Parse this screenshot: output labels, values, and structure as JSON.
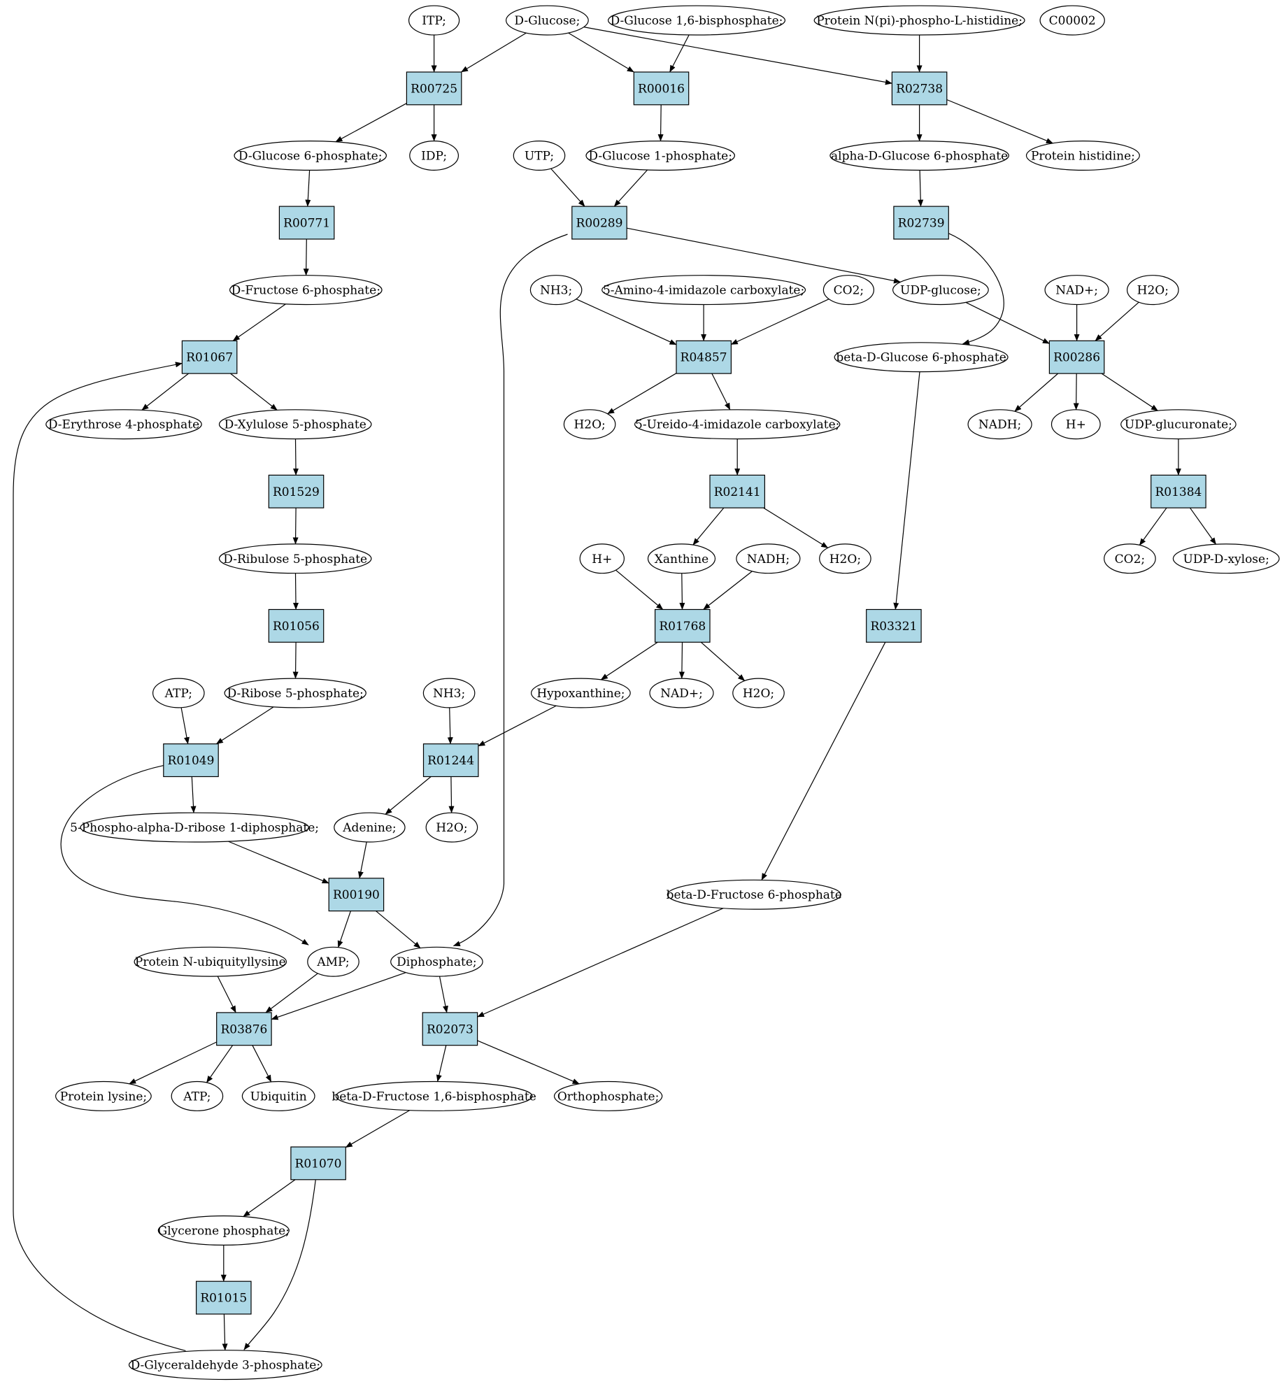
{
  "colors": {
    "reaction_fill": "#add8e6",
    "compound_fill": "#ffffff",
    "highlight_green": "#00ee00",
    "highlight_yellow": "#ffff00",
    "stroke": "#000000"
  },
  "nodes": [
    {
      "id": "itp",
      "type": "compound",
      "label": "ITP;"
    },
    {
      "id": "dglucose",
      "type": "compound",
      "label": "D-Glucose;",
      "highlight": "green"
    },
    {
      "id": "dg16bp",
      "type": "compound",
      "label": "D-Glucose 1,6-bisphosphate;"
    },
    {
      "id": "protNpi",
      "type": "compound",
      "label": "Protein N(pi)-phospho-L-histidine;"
    },
    {
      "id": "c00002",
      "type": "compound",
      "label": "C00002",
      "highlight": "yellow"
    },
    {
      "id": "r00725",
      "type": "reaction",
      "label": "R00725"
    },
    {
      "id": "r00016",
      "type": "reaction",
      "label": "R00016"
    },
    {
      "id": "r02738",
      "type": "reaction",
      "label": "R02738"
    },
    {
      "id": "dg6p",
      "type": "compound",
      "label": "D-Glucose 6-phosphate;"
    },
    {
      "id": "idp",
      "type": "compound",
      "label": "IDP;"
    },
    {
      "id": "utp",
      "type": "compound",
      "label": "UTP;"
    },
    {
      "id": "dg1p",
      "type": "compound",
      "label": "D-Glucose 1-phosphate;"
    },
    {
      "id": "adg6p",
      "type": "compound",
      "label": "alpha-D-Glucose 6-phosphate"
    },
    {
      "id": "prothis",
      "type": "compound",
      "label": "Protein histidine;"
    },
    {
      "id": "r00771",
      "type": "reaction",
      "label": "R00771"
    },
    {
      "id": "r00289",
      "type": "reaction",
      "label": "R00289"
    },
    {
      "id": "r02739",
      "type": "reaction",
      "label": "R02739"
    },
    {
      "id": "df6p",
      "type": "compound",
      "label": "D-Fructose 6-phosphate;"
    },
    {
      "id": "nh3a",
      "type": "compound",
      "label": "NH3;"
    },
    {
      "id": "aica",
      "type": "compound",
      "label": "5-Amino-4-imidazole carboxylate;"
    },
    {
      "id": "co2a",
      "type": "compound",
      "label": "CO2;"
    },
    {
      "id": "udpg",
      "type": "compound",
      "label": "UDP-glucose;"
    },
    {
      "id": "nadp",
      "type": "compound",
      "label": "NAD+;"
    },
    {
      "id": "h2oa",
      "type": "compound",
      "label": "H2O;"
    },
    {
      "id": "r01067",
      "type": "reaction",
      "label": "R01067"
    },
    {
      "id": "r04857",
      "type": "reaction",
      "label": "R04857"
    },
    {
      "id": "bdg6p",
      "type": "compound",
      "label": "beta-D-Glucose 6-phosphate"
    },
    {
      "id": "r00286",
      "type": "reaction",
      "label": "R00286"
    },
    {
      "id": "de4p",
      "type": "compound",
      "label": "D-Erythrose 4-phosphate"
    },
    {
      "id": "dx5p",
      "type": "compound",
      "label": "D-Xylulose 5-phosphate"
    },
    {
      "id": "h2ob",
      "type": "compound",
      "label": "H2O;"
    },
    {
      "id": "uica",
      "type": "compound",
      "label": "5-Ureido-4-imidazole carboxylate;"
    },
    {
      "id": "nadh",
      "type": "compound",
      "label": "NADH;"
    },
    {
      "id": "hplus",
      "type": "compound",
      "label": "H+"
    },
    {
      "id": "udpgluc",
      "type": "compound",
      "label": "UDP-glucuronate;"
    },
    {
      "id": "r01529",
      "type": "reaction",
      "label": "R01529"
    },
    {
      "id": "r02141",
      "type": "reaction",
      "label": "R02141"
    },
    {
      "id": "r01384",
      "type": "reaction",
      "label": "R01384"
    },
    {
      "id": "dru5p",
      "type": "compound",
      "label": "D-Ribulose 5-phosphate"
    },
    {
      "id": "hplus2",
      "type": "compound",
      "label": "H+"
    },
    {
      "id": "xanthine",
      "type": "compound",
      "label": "Xanthine"
    },
    {
      "id": "nadh2",
      "type": "compound",
      "label": "NADH;"
    },
    {
      "id": "h2oc",
      "type": "compound",
      "label": "H2O;"
    },
    {
      "id": "co2b",
      "type": "compound",
      "label": "CO2;"
    },
    {
      "id": "udpxyl",
      "type": "compound",
      "label": "UDP-D-xylose;"
    },
    {
      "id": "r01056",
      "type": "reaction",
      "label": "R01056"
    },
    {
      "id": "r01768",
      "type": "reaction",
      "label": "R01768"
    },
    {
      "id": "r03321",
      "type": "reaction",
      "label": "R03321"
    },
    {
      "id": "atpa",
      "type": "compound",
      "label": "ATP;"
    },
    {
      "id": "dr5p",
      "type": "compound",
      "label": "D-Ribose 5-phosphate;"
    },
    {
      "id": "nh3b",
      "type": "compound",
      "label": "NH3;"
    },
    {
      "id": "hypox",
      "type": "compound",
      "label": "Hypoxanthine;"
    },
    {
      "id": "nadp2",
      "type": "compound",
      "label": "NAD+;"
    },
    {
      "id": "h2od",
      "type": "compound",
      "label": "H2O;"
    },
    {
      "id": "r01049",
      "type": "reaction",
      "label": "R01049"
    },
    {
      "id": "r01244",
      "type": "reaction",
      "label": "R01244"
    },
    {
      "id": "prpp",
      "type": "compound",
      "label": "5-Phospho-alpha-D-ribose 1-diphosphate;"
    },
    {
      "id": "adenine",
      "type": "compound",
      "label": "Adenine;"
    },
    {
      "id": "h2oe",
      "type": "compound",
      "label": "H2O;"
    },
    {
      "id": "bdf6p",
      "type": "compound",
      "label": "beta-D-Fructose 6-phosphate"
    },
    {
      "id": "r00190",
      "type": "reaction",
      "label": "R00190"
    },
    {
      "id": "protubq",
      "type": "compound",
      "label": "Protein N-ubiquityllysine"
    },
    {
      "id": "amp",
      "type": "compound",
      "label": "AMP;"
    },
    {
      "id": "dipho",
      "type": "compound",
      "label": "Diphosphate;"
    },
    {
      "id": "r03876",
      "type": "reaction",
      "label": "R03876"
    },
    {
      "id": "r02073",
      "type": "reaction",
      "label": "R02073"
    },
    {
      "id": "protlys",
      "type": "compound",
      "label": "Protein lysine;"
    },
    {
      "id": "atpb",
      "type": "compound",
      "label": "ATP;"
    },
    {
      "id": "ubiq",
      "type": "compound",
      "label": "Ubiquitin"
    },
    {
      "id": "bdf16bp",
      "type": "compound",
      "label": "beta-D-Fructose 1,6-bisphosphate"
    },
    {
      "id": "orthop",
      "type": "compound",
      "label": "Orthophosphate;"
    },
    {
      "id": "r01070",
      "type": "reaction",
      "label": "R01070"
    },
    {
      "id": "gp",
      "type": "compound",
      "label": "Glycerone phosphate;"
    },
    {
      "id": "r01015",
      "type": "reaction",
      "label": "R01015"
    },
    {
      "id": "dg3p",
      "type": "compound",
      "label": "D-Glyceraldehyde 3-phosphate;"
    }
  ],
  "edges": [
    [
      "itp",
      "r00725"
    ],
    [
      "dglucose",
      "r00725"
    ],
    [
      "dglucose",
      "r00016"
    ],
    [
      "dglucose",
      "r02738"
    ],
    [
      "dg16bp",
      "r00016"
    ],
    [
      "protNpi",
      "r02738"
    ],
    [
      "r00725",
      "dg6p"
    ],
    [
      "r00725",
      "idp"
    ],
    [
      "r00016",
      "dg1p"
    ],
    [
      "r02738",
      "adg6p"
    ],
    [
      "r02738",
      "prothis"
    ],
    [
      "dg6p",
      "r00771"
    ],
    [
      "utp",
      "r00289"
    ],
    [
      "dg1p",
      "r00289"
    ],
    [
      "adg6p",
      "r02739"
    ],
    [
      "r00771",
      "df6p"
    ],
    [
      "r00289",
      "udpg"
    ],
    [
      "r00289",
      "dipho"
    ],
    [
      "r02739",
      "bdg6p"
    ],
    [
      "df6p",
      "r01067"
    ],
    [
      "nh3a",
      "r04857"
    ],
    [
      "aica",
      "r04857"
    ],
    [
      "co2a",
      "r04857"
    ],
    [
      "udpg",
      "r00286"
    ],
    [
      "nadp",
      "r00286"
    ],
    [
      "h2oa",
      "r00286"
    ],
    [
      "r01067",
      "de4p"
    ],
    [
      "r01067",
      "dx5p"
    ],
    [
      "r04857",
      "h2ob"
    ],
    [
      "r04857",
      "uica"
    ],
    [
      "r00286",
      "nadh"
    ],
    [
      "r00286",
      "hplus"
    ],
    [
      "r00286",
      "udpgluc"
    ],
    [
      "dx5p",
      "r01529"
    ],
    [
      "uica",
      "r02141"
    ],
    [
      "udpgluc",
      "r01384"
    ],
    [
      "r01529",
      "dru5p"
    ],
    [
      "r02141",
      "xanthine"
    ],
    [
      "r02141",
      "h2oc"
    ],
    [
      "r01384",
      "co2b"
    ],
    [
      "r01384",
      "udpxyl"
    ],
    [
      "dru5p",
      "r01056"
    ],
    [
      "hplus2",
      "r01768"
    ],
    [
      "xanthine",
      "r01768"
    ],
    [
      "nadh2",
      "r01768"
    ],
    [
      "bdg6p",
      "r03321"
    ],
    [
      "r01056",
      "dr5p"
    ],
    [
      "r01768",
      "hypox"
    ],
    [
      "r01768",
      "nadp2"
    ],
    [
      "r01768",
      "h2od"
    ],
    [
      "atpa",
      "r01049"
    ],
    [
      "dr5p",
      "r01049"
    ],
    [
      "nh3b",
      "r01244"
    ],
    [
      "hypox",
      "r01244"
    ],
    [
      "r01049",
      "prpp"
    ],
    [
      "r01049",
      "amp"
    ],
    [
      "r01244",
      "adenine"
    ],
    [
      "r01244",
      "h2oe"
    ],
    [
      "r03321",
      "bdf6p"
    ],
    [
      "prpp",
      "r00190"
    ],
    [
      "adenine",
      "r00190"
    ],
    [
      "r00190",
      "amp"
    ],
    [
      "r00190",
      "dipho"
    ],
    [
      "protubq",
      "r03876"
    ],
    [
      "amp",
      "r03876"
    ],
    [
      "dipho",
      "r03876"
    ],
    [
      "dipho",
      "r02073"
    ],
    [
      "bdf6p",
      "r02073"
    ],
    [
      "r03876",
      "protlys"
    ],
    [
      "r03876",
      "atpb"
    ],
    [
      "r03876",
      "ubiq"
    ],
    [
      "r02073",
      "bdf16bp"
    ],
    [
      "r02073",
      "orthop"
    ],
    [
      "bdf16bp",
      "r01070"
    ],
    [
      "r01070",
      "gp"
    ],
    [
      "r01070",
      "dg3p"
    ],
    [
      "gp",
      "r01015"
    ],
    [
      "r01015",
      "dg3p"
    ],
    [
      "dg3p",
      "r01067"
    ]
  ]
}
